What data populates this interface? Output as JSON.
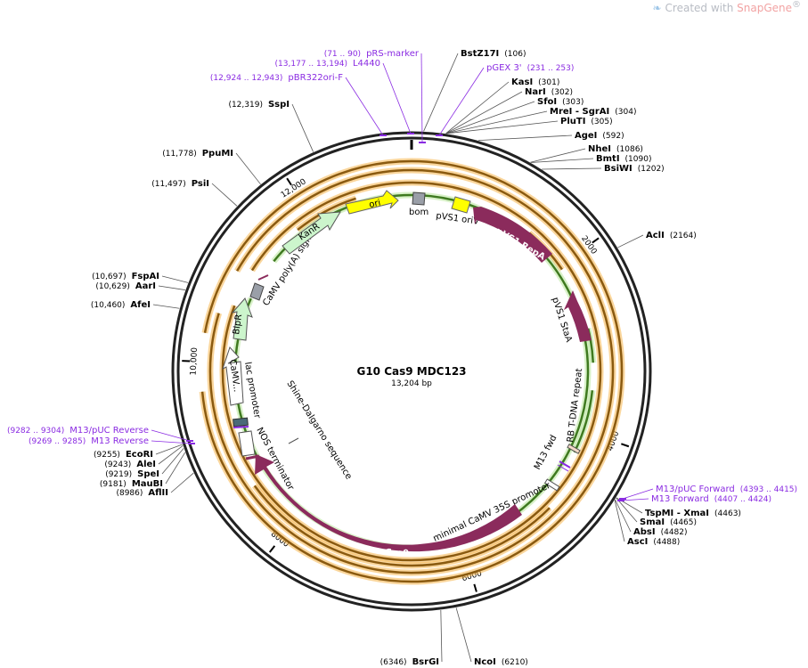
{
  "watermark": {
    "prefix": "Created with ",
    "brand": "SnapGene",
    "reg": "®"
  },
  "plasmid": {
    "name": "G10 Cas9 MDC123",
    "length_label": "13,204 bp",
    "length": 13204
  },
  "colors": {
    "backbone": "#222222",
    "orange": "#f6b44a",
    "green": "#7cc15a",
    "purple": "#8b2b5c",
    "primer": "#8a2be2",
    "ori": "#ffff00",
    "light_green": "#ccf5cc"
  },
  "ticks": [
    {
      "bp": 2000,
      "label": "2000"
    },
    {
      "bp": 4000,
      "label": "4000"
    },
    {
      "bp": 6000,
      "label": "6000"
    },
    {
      "bp": 8000,
      "label": "8000"
    },
    {
      "bp": 10000,
      "label": "10,000"
    },
    {
      "bp": 12000,
      "label": "12,000"
    }
  ],
  "sites": [
    {
      "name": "BstZ17I",
      "pos": "(106)",
      "bp": 106
    },
    {
      "name": "KasI",
      "pos": "(301)",
      "bp": 301
    },
    {
      "name": "NarI",
      "pos": "(302)",
      "bp": 302
    },
    {
      "name": "SfoI",
      "pos": "(303)",
      "bp": 303
    },
    {
      "name": "MreI  -  SgrAI",
      "pos": "(304)",
      "bp": 304
    },
    {
      "name": "PluTI",
      "pos": "(305)",
      "bp": 305
    },
    {
      "name": "AgeI",
      "pos": "(592)",
      "bp": 592
    },
    {
      "name": "NheI",
      "pos": "(1086)",
      "bp": 1086
    },
    {
      "name": "BmtI",
      "pos": "(1090)",
      "bp": 1090
    },
    {
      "name": "BsiWI",
      "pos": "(1202)",
      "bp": 1202
    },
    {
      "name": "AclI",
      "pos": "(2164)",
      "bp": 2164
    },
    {
      "name": "TspMI  -  XmaI",
      "pos": "(4463)",
      "bp": 4463
    },
    {
      "name": "SmaI",
      "pos": "(4465)",
      "bp": 4465
    },
    {
      "name": "AbsI",
      "pos": "(4482)",
      "bp": 4482
    },
    {
      "name": "AscI",
      "pos": "(4488)",
      "bp": 4488
    },
    {
      "name": "NcoI",
      "pos": "(6210)",
      "bp": 6210
    },
    {
      "name": "BsrGI",
      "pos": "(6346)",
      "bp": 6346
    },
    {
      "name": "AflII",
      "pos": "(8986)",
      "bp": 8986
    },
    {
      "name": "MauBI",
      "pos": "(9181)",
      "bp": 9181
    },
    {
      "name": "SpeI",
      "pos": "(9219)",
      "bp": 9219
    },
    {
      "name": "AleI",
      "pos": "(9243)",
      "bp": 9243
    },
    {
      "name": "EcoRI",
      "pos": "(9255)",
      "bp": 9255
    },
    {
      "name": "AfeI",
      "pos": "(10,460)",
      "bp": 10460
    },
    {
      "name": "AarI",
      "pos": "(10,629)",
      "bp": 10629
    },
    {
      "name": "FspAI",
      "pos": "(10,697)",
      "bp": 10697
    },
    {
      "name": "PsiI",
      "pos": "(11,497)",
      "bp": 11497
    },
    {
      "name": "PpuMI",
      "pos": "(11,778)",
      "bp": 11778
    },
    {
      "name": "SspI",
      "pos": "(12,319)",
      "bp": 12319
    }
  ],
  "primers": [
    {
      "name": "pRS-marker",
      "pos": "(71 .. 90)"
    },
    {
      "name": "L4440",
      "pos": "(13,177 .. 13,194)"
    },
    {
      "name": "pBR322ori-F",
      "pos": "(12,924 .. 12,943)"
    },
    {
      "name": "pGEX 3'",
      "pos": "(231 .. 253)"
    },
    {
      "name": "M13/pUC Forward",
      "pos": "(4393 .. 4415)"
    },
    {
      "name": "M13 Forward",
      "pos": "(4407 .. 4424)"
    },
    {
      "name": "M13/pUC Reverse",
      "pos": "(9282 .. 9304)"
    },
    {
      "name": "M13 Reverse",
      "pos": "(9269 .. 9285)"
    }
  ],
  "features": [
    {
      "name": "ori"
    },
    {
      "name": "bom"
    },
    {
      "name": "pVS1 oriV"
    },
    {
      "name": "pVS1 RepA"
    },
    {
      "name": "pVS1 StaA"
    },
    {
      "name": "RB T-DNA repeat"
    },
    {
      "name": "M13 fwd"
    },
    {
      "name": "minimal CaMV 35S promoter"
    },
    {
      "name": "Cas9"
    },
    {
      "name": "NOS terminator"
    },
    {
      "name": "Shine-Dalgarno sequence"
    },
    {
      "name": "lac promoter"
    },
    {
      "name": "CaMV..."
    },
    {
      "name": "BlpR"
    },
    {
      "name": "CaMV poly(A) signal"
    },
    {
      "name": "KanR"
    }
  ]
}
